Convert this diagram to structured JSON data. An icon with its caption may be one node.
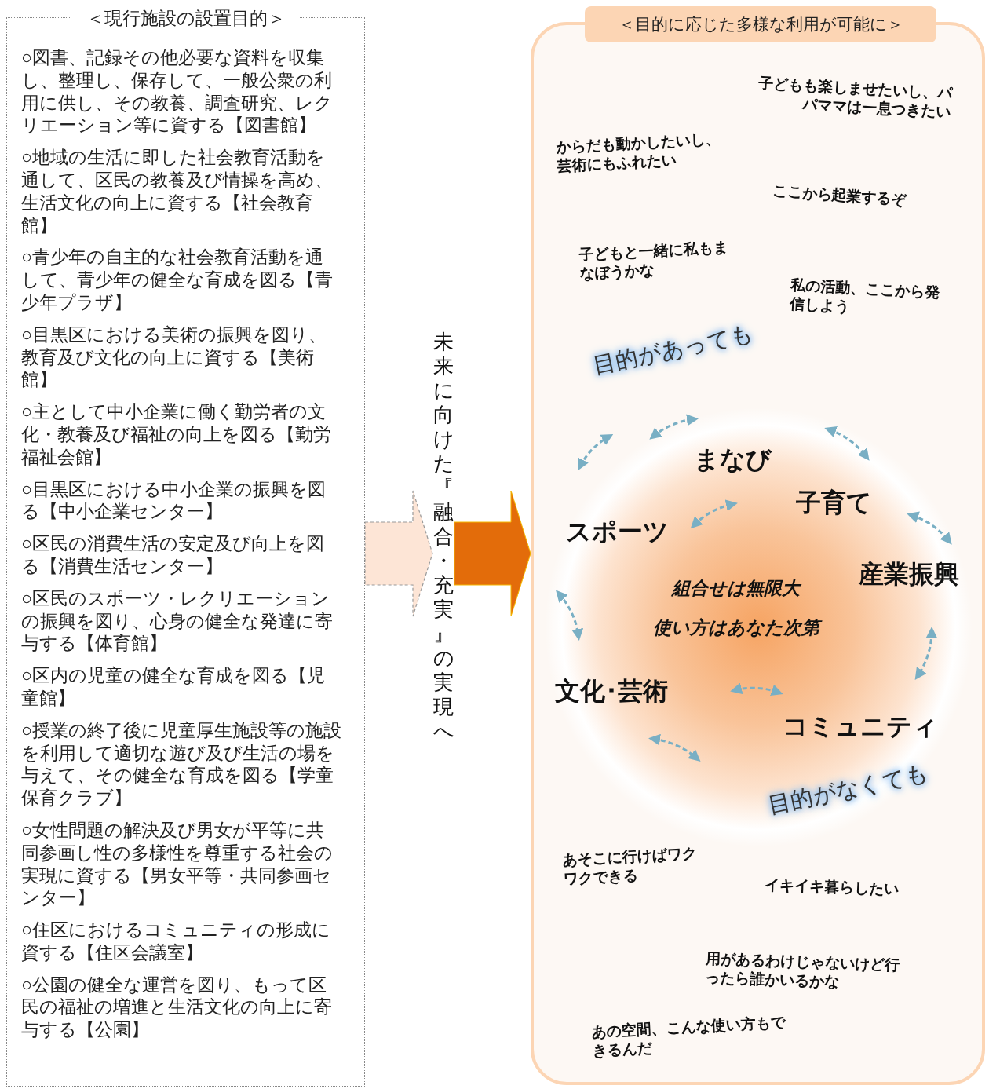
{
  "diagram": {
    "nodes": [
      {
        "text": [
          "＜現行施設の設置目的＞",
          "○図書、記録その他必要な資料を収集し、整理し、保存して、一般公衆の利用に供し、その教養、調査研究、レクリエーション等に資する【図書館】",
          "○地域の生活に即した社会教育活動を通して、区民の教養及び情操を高め、生活文化の向上に資する【社会教育館】",
          "○青少年の自主的な社会教育活動を通して、青少年の健全な育成を図る【青少年プラザ】",
          "○目黒区における美術の振興を図り、教育及び文化の向上に資する【美術館】",
          "○主として中小企業に働く勤労者の文化・教養及び福祉の向上を図る【勤労福祉会館】",
          "○目黒区における中小企業の振興を図る【中小企業センター】",
          "○区民の消費生活の安定及び向上を図る【消費生活センター】",
          "○区民のスポーツ・レクリエーションの振興を図り、心身の健全な発達に寄与する【体育館】",
          "○区内の児童の健全な育成を図る【児童館】",
          "○授業の終了後に児童厚生施設等の施設を利用して適切な遊び及び生活の場を与えて、その健全な育成を図る【学童保育クラブ】",
          "○女性問題の解決及び男女が平等に共同参画し性の多様性を尊重する社会の実現に資する【男女平等・共同参画センター】",
          "○住区におけるコミュニティの形成に資する【住区会議室】",
          "○公園の健全な運営を図り、もって区民の福祉の増進と生活文化の向上に寄与する【公園】"
        ]
      },
      {
        "text": [
          "未来に向けた『融合・充実』の実現へ"
        ]
      },
      {
        "text": [
          "＜目的に応じた多様な利用が可能に＞"
        ]
      },
      {
        "text": [
          "まなび",
          "子育て",
          "スポーツ",
          "産業振興",
          "組合せは無限大",
          "使い方はあなた次第",
          "文化･芸術",
          "コミュニティ"
        ],
        "in": 2
      }
    ],
    "edges": [
      {
        "from": 0,
        "to": 1,
        "arrow": "to",
        "style": "dashed",
        "color": "#fde5d6"
      },
      {
        "from": 1,
        "to": 2,
        "arrow": "to",
        "color": "#e36c0a"
      }
    ],
    "labels": [
      "子どもも楽しませたいし、パパママは一息つきたい",
      "からだも動かしたいし、芸術にもふれたい",
      "ここから起業するぞ",
      "子どもと一緒に私もまなぼうかな",
      "私の活動、ここから発信しよう",
      "目的があっても",
      "目的がなくても",
      "あそこに行けばワクワクできる",
      "イキイキ暮らしたい",
      "用があるわけじゃないけど行ったら誰かいるかな",
      "あの空間、こんな使い方もできるんだ"
    ]
  }
}
